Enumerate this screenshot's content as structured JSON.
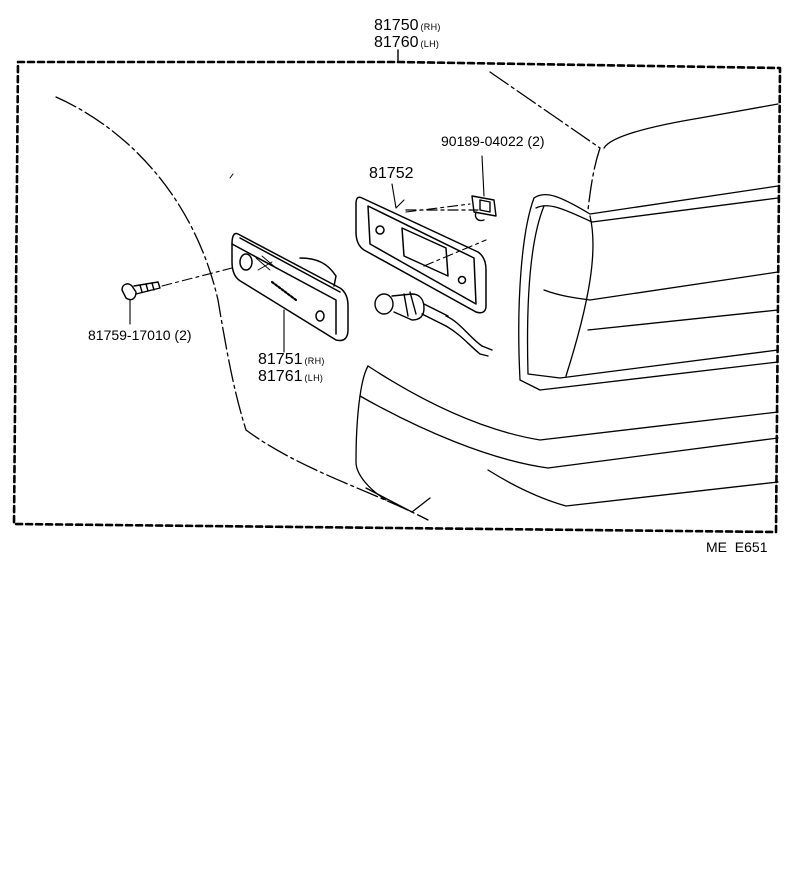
{
  "assembly": {
    "part_no_rh": "81750",
    "suffix_rh": "(RH)",
    "part_no_lh": "81760",
    "suffix_lh": "(LH)"
  },
  "parts": {
    "nut": {
      "part_no": "90189-04022",
      "qty": "(2)"
    },
    "gasket": {
      "part_no": "81752"
    },
    "screw": {
      "part_no": "81759-17010",
      "qty": "(2)"
    },
    "lens": {
      "part_no_rh": "81751",
      "suffix_rh": "(RH)",
      "part_no_lh": "81761",
      "suffix_lh": "(LH)"
    }
  },
  "diagram_code": "ME  E651"
}
